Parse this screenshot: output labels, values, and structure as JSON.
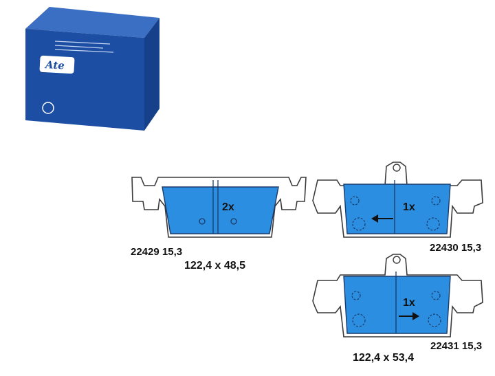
{
  "brand": {
    "logo_text": "Ate"
  },
  "pads": [
    {
      "code": "22429 15,3",
      "quantity": "2x"
    },
    {
      "code": "22430 15,3",
      "quantity": "1x"
    },
    {
      "code": "22431 15,3",
      "quantity": "1x"
    }
  ],
  "dimensions": {
    "front": "122,4 x 48,5",
    "rear": "122,4 x 53,4"
  },
  "colors": {
    "box_blue": "#1c4fa3",
    "box_side": "#e07b2a",
    "pad_blue": "#2c8ee0",
    "outline": "#3a3a3a"
  }
}
